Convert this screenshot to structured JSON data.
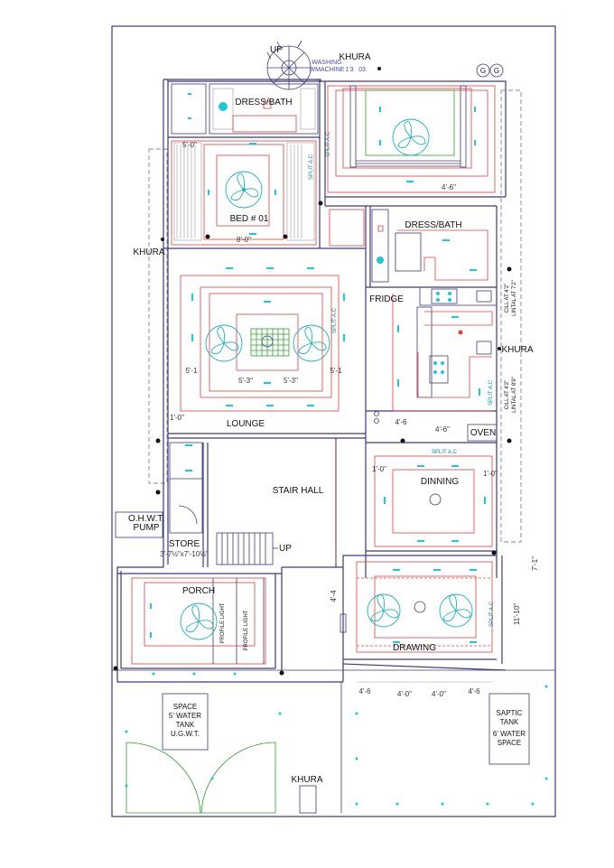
{
  "labels": {
    "up_top": "UP",
    "washing": "WASHING",
    "wmachine": "WMACHINE",
    "khura_top": "KHURA",
    "grid_g1": "G",
    "grid_g2": "G",
    "dress_bath_1": "DRESS/BATH",
    "bed01": "BED # 01",
    "dress_bath_2": "DRESS/BATH",
    "khura_left": "KHURA",
    "fridge": "FRIDGE",
    "khura_right": "KHURA",
    "lounge": "LOUNGE",
    "oven": "OVEN",
    "stair_hall": "STAIR HALL",
    "dinning": "DINNING",
    "ohwt": "O.H.W.T.",
    "pump": "PUMP",
    "store": "STORE",
    "store_size": "3'-7½\"x7'-10½\"",
    "up_stair": "UP",
    "porch": "PORCH",
    "profile_light_1": "PROFILE LIGHT",
    "profile_light_2": "PROFILE LIGHT",
    "drawing": "DRAWING",
    "space": "SPACE",
    "water_tank": "5' WATER",
    "tank": "TANK",
    "ugwt": "U.G.W.T.",
    "saptic": "SAPTIC",
    "saptic_tank": "TANK",
    "water_6": "6' WATER",
    "space2": "SPACE",
    "khura_bottom": "KHURA",
    "split_ac": "SPLIT A.C",
    "cill_1": "CILL AT 4'2\"",
    "lintal_1": "LINTAL AT 7'2\"",
    "cill_2": "CILL AT 4'2\"",
    "lintal_2": "LINTAL AT 8'9\""
  },
  "dims": {
    "d_5_0": "5'-0\"",
    "d_4_6_top": "4'-6\"",
    "d_8_0": "8'-0\"",
    "d_5_1_left": "5'-1",
    "d_5_3_a": "5'-3\"",
    "d_5_3_b": "5'-3\"",
    "d_5_1_right": "5'-1",
    "d_1_0_lounge": "1'-0\"",
    "d_4_6_k1": "4'-6",
    "d_4_6_k2": "4'-6\"",
    "d_1_0_din_a": "1'-0\"",
    "d_1_0_din_b": "1'-0\"",
    "d_7_1_2": "7'-1\"",
    "d_11_10": "11'-10\"",
    "d_4_4": "4'-4",
    "d_4_6_3_4_a": "4'-6",
    "d_4_0_a": "4'-0\"",
    "d_4_0_b": "4'-0\"",
    "d_4_6_3_4_b": "4'-6",
    "d_1_3": "1'3",
    "d_03": "03"
  }
}
